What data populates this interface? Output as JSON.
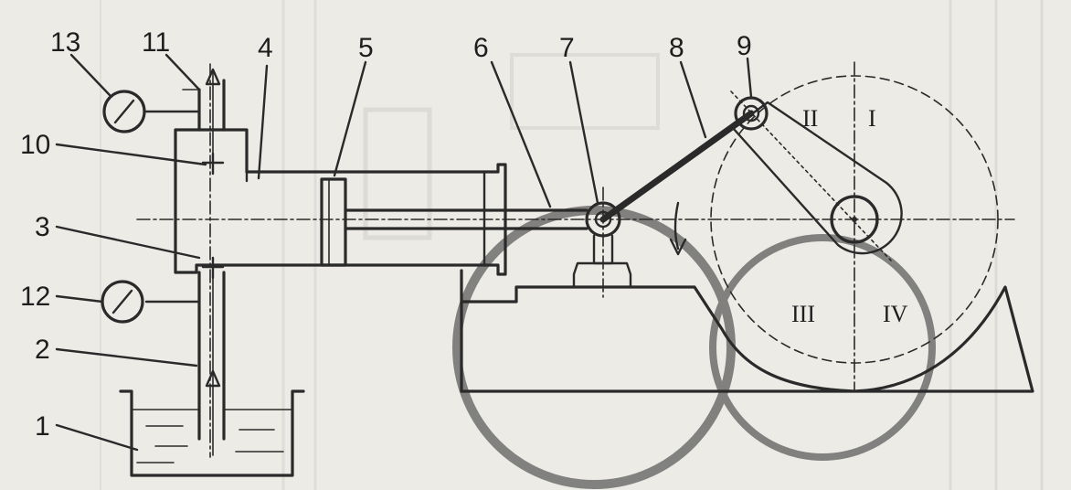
{
  "labels": {
    "l1": "1",
    "l2": "2",
    "l3": "3",
    "l4": "4",
    "l5": "5",
    "l6": "6",
    "l7": "7",
    "l8": "8",
    "l9": "9",
    "l10": "10",
    "l11": "11",
    "l12": "12",
    "l13": "13"
  },
  "quadrants": {
    "q1": "I",
    "q2": "II",
    "q3": "III",
    "q4": "IV"
  },
  "colors": {
    "paper": "#ecebe6",
    "ink": "#2a2a2a"
  }
}
